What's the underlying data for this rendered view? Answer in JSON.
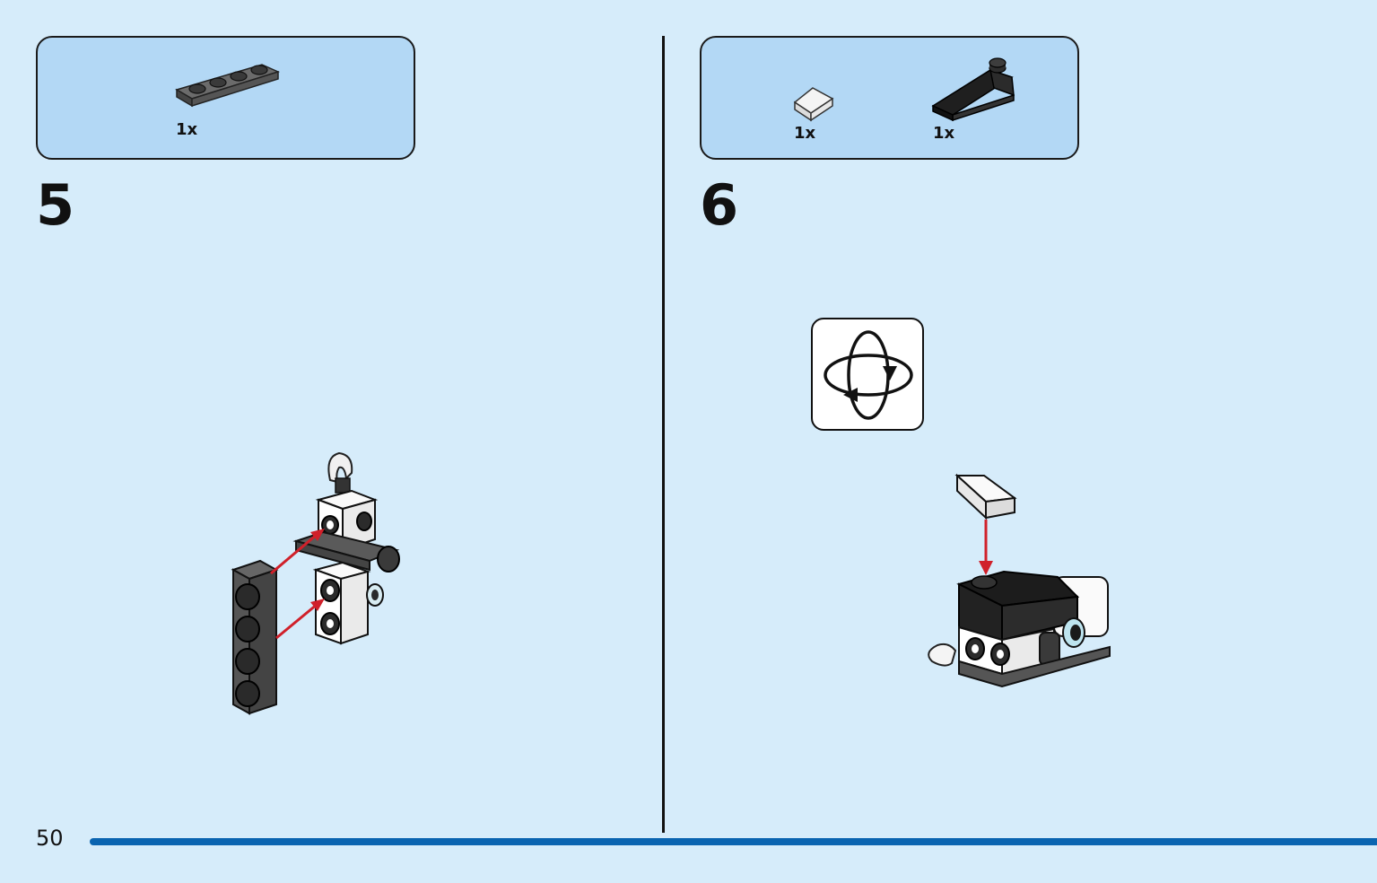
{
  "page_number": "50",
  "colors": {
    "page_bg": "#d6ecfa",
    "parts_box_bg": "#b3d8f5",
    "footer_bar": "#0a64b0",
    "arrow_red": "#d0202a",
    "dark_grey_brick": "#555555",
    "black_brick": "#1c1c1c",
    "white_brick": "#ffffff"
  },
  "steps": [
    {
      "number": "5",
      "parts": [
        {
          "qty": "1x",
          "icon": "dark-grey-plate-1x4-icon"
        }
      ],
      "illustration": "attach-plate-to-side-studs"
    },
    {
      "number": "6",
      "parts": [
        {
          "qty": "1x",
          "icon": "white-slope-1x1-icon"
        },
        {
          "qty": "1x",
          "icon": "black-slope-1x3-icon"
        }
      ],
      "rotate_icon": "rotate-model-icon",
      "illustration": "add-white-slope-on-top"
    }
  ]
}
